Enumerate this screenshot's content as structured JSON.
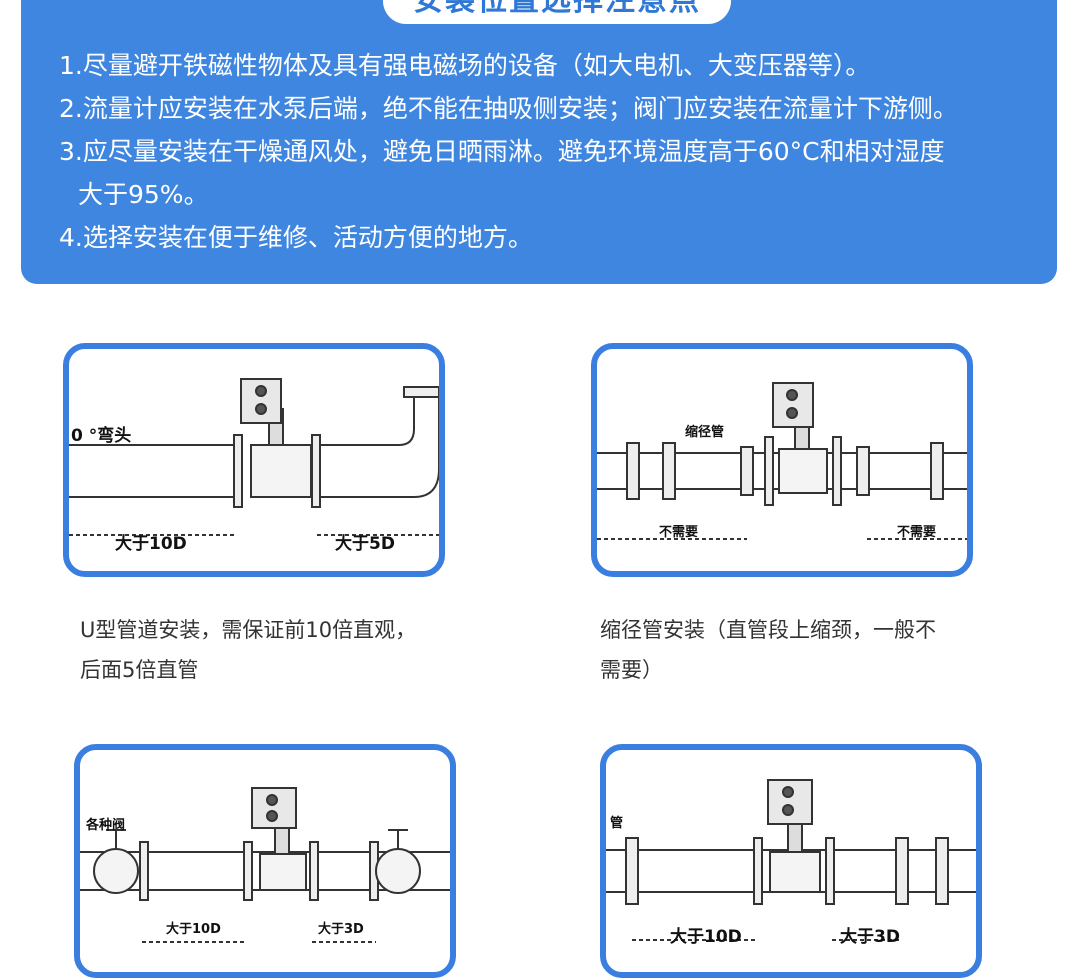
{
  "notice": {
    "title": "安装位置选择注意点",
    "items": [
      {
        "line1": "1.尽量避开铁磁性物体及具有强电磁场的设备（如大电机、大变压器等）。",
        "line2": ""
      },
      {
        "line1": "2.流量计应安装在水泵后端，绝不能在抽吸侧安装；阀门应安装在流量计下游侧。",
        "line2": ""
      },
      {
        "line1": "3.应尽量安装在干燥通风处，避免日晒雨淋。避免环境温度高于60°C和相对湿度",
        "line2": "大于95%。"
      },
      {
        "line1": "4.选择安装在便于维修、活动方便的地方。",
        "line2": ""
      }
    ]
  },
  "diagrams": [
    {
      "labels": {
        "top": "0 °弯头",
        "left": "大于10D",
        "right": "大于5D"
      },
      "caption": [
        "U型管道安装，需保证前10倍直观，",
        "后面5倍直管"
      ]
    },
    {
      "labels": {
        "top": "缩径管",
        "left": "不需要",
        "right": "不需要"
      },
      "caption": [
        "缩径管安装（直管段上缩颈，一般不",
        "需要）"
      ]
    },
    {
      "labels": {
        "top": "各种阀",
        "left": "大于10D",
        "right": "大于3D"
      },
      "caption": []
    },
    {
      "labels": {
        "top": "管",
        "left": "大于10D",
        "right": "大于3D"
      },
      "caption": []
    }
  ],
  "colors": {
    "panel": "#3f86e0",
    "card_border": "#3a7ee0"
  }
}
